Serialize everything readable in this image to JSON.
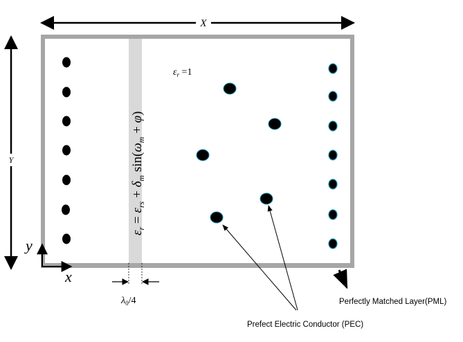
{
  "labels": {
    "x_dimension": "X",
    "y_dimension": "Y",
    "epsilon_r_background": "εr =1",
    "slab_equation": "εr = εrs + δm sin(ωm + φ)",
    "slab_width": "λ0/4",
    "axis_x": "x",
    "axis_y": "y",
    "pml_label": "Perfectly Matched Layer(PML)",
    "pec_label": "Prefect Electric Conductor (PEC)"
  },
  "colors": {
    "pml_border": "#a6a6a6",
    "slab_fill": "#d9d9d9",
    "pec_fill": "#000000",
    "pec_outline_right": "#1f8fb0"
  }
}
